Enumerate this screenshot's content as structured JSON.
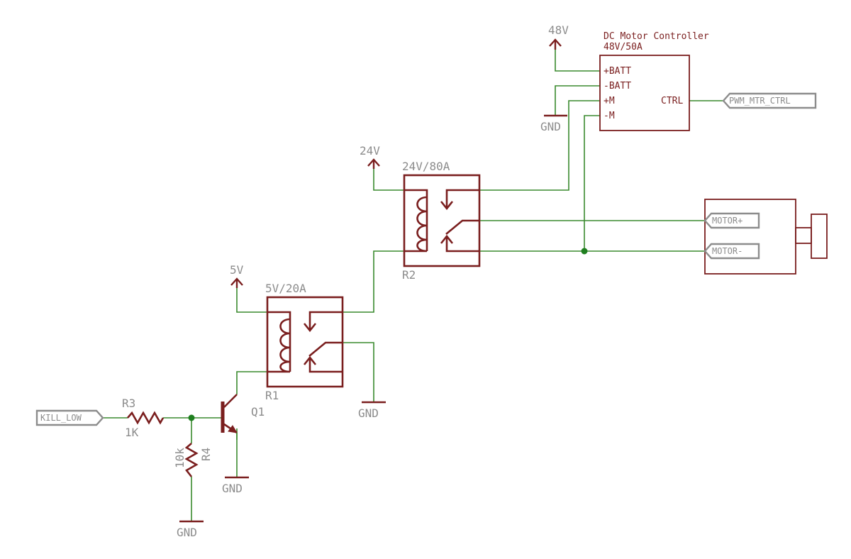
{
  "controller": {
    "title": "DC Motor Controller",
    "rating": "48V/50A",
    "pins": [
      "+BATT",
      "-BATT",
      "+M",
      "-M"
    ],
    "ctrl_pin": "CTRL"
  },
  "relay_r2": {
    "rating": "24V/80A",
    "ref": "R2"
  },
  "relay_r1": {
    "rating": "5V/20A",
    "ref": "R1"
  },
  "supplies": {
    "v48": "48V",
    "v24": "24V",
    "v5": "5V"
  },
  "ground_label": "GND",
  "ports": {
    "pwm": "PWM_MTR_CTRL",
    "kill": "KILL_LOW",
    "motor_pos": "MOTOR+",
    "motor_neg": "MOTOR-"
  },
  "transistor": {
    "ref": "Q1"
  },
  "resistors": {
    "r3": {
      "ref": "R3",
      "value": "1K"
    },
    "r4": {
      "ref": "R4",
      "value": "10k"
    }
  },
  "colors": {
    "part": "#7a1e1e",
    "wire": "#3a8a2e",
    "label": "#8c8c8c",
    "junction": "#1f7f1f"
  }
}
